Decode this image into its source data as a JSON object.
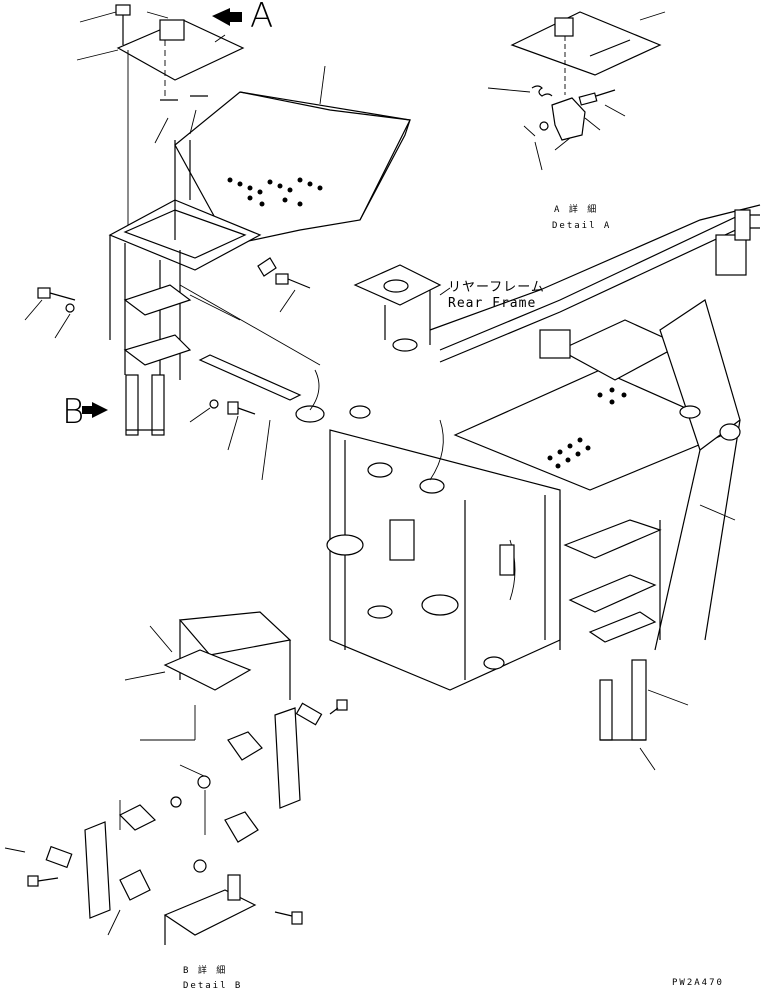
{
  "view_labels": {
    "a": "A",
    "b": "B"
  },
  "detail_a": {
    "jp": "A 詳 細",
    "en": "Detail A"
  },
  "detail_b": {
    "jp": "B 詳 細",
    "en": "Detail B"
  },
  "rear_frame": {
    "jp": "リヤーフレーム",
    "en": "Rear Frame"
  },
  "drawing_code": "PW2A470"
}
